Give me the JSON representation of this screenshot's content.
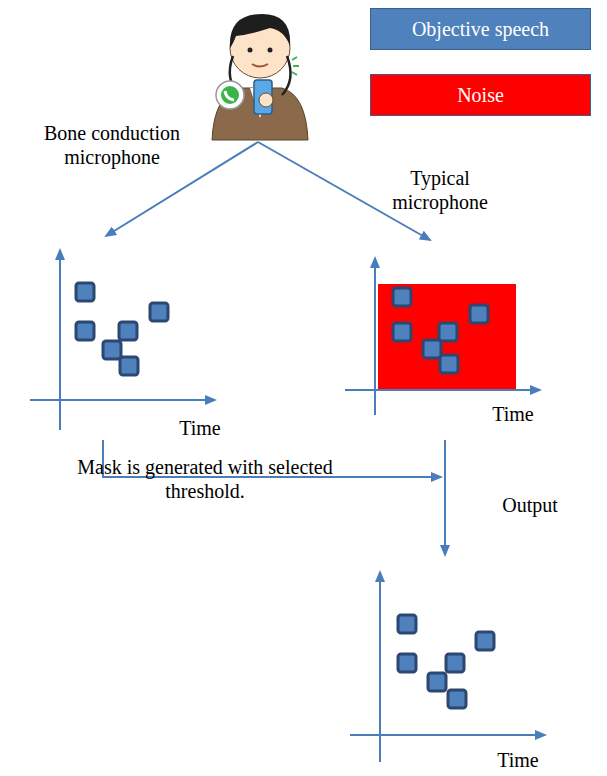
{
  "diagram": {
    "labels": [
      "Bone conduction microphone",
      "Typical microphone",
      "Time",
      "Time",
      "Mask is generated with selected threshold.",
      "Output",
      "Time"
    ],
    "legend": [
      {
        "text": "Objective speech",
        "color": "#4f81bd"
      },
      {
        "text": "Noise",
        "color": "#ff0000"
      }
    ]
  }
}
